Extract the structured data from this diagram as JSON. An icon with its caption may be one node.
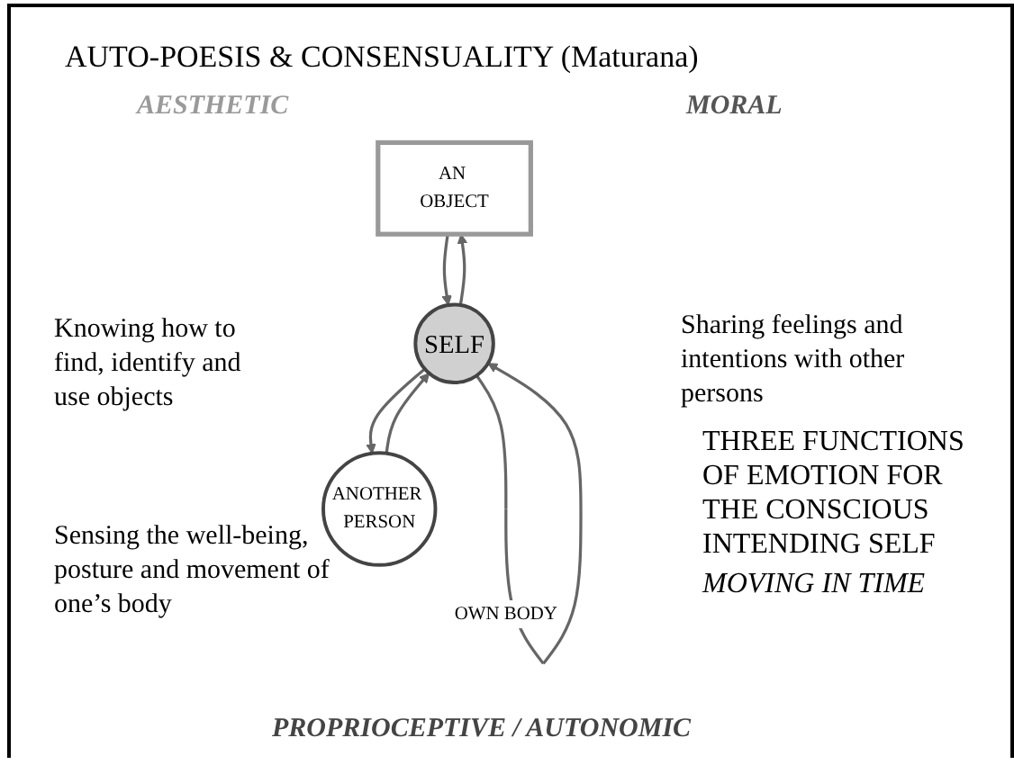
{
  "diagram": {
    "title": "AUTO-POESIS & CONSENSUALITY (Maturana)",
    "nodes": [
      {
        "text": [
          "AN OBJECT"
        ]
      },
      {
        "text": [
          "ANOTHER PERSON"
        ]
      },
      {
        "text": [
          "SELF"
        ]
      }
    ],
    "edges": [
      {
        "from": 0,
        "to": 2,
        "arrow": "to"
      },
      {
        "from": 1,
        "to": 2,
        "arrow": "to"
      },
      {
        "from": 2,
        "to": 0,
        "arrow": "to"
      },
      {
        "from": 2,
        "to": 1,
        "arrow": "to"
      },
      {
        "from": 2,
        "to": 2,
        "arrow": "to",
        "label": "OWN BODY"
      }
    ],
    "labels": [
      "AESTHETIC",
      "MORAL",
      "Knowing how to find, identify and use objects",
      "Sharing feelings and intentions with other persons",
      "THREE FUNCTIONS OF EMOTION FOR THE CONSCIOUS INTENDING SELF",
      "MOVING IN TIME",
      "Sensing the well-being, posture and movement of one’s body",
      "PROPRIOCEPTIVE / AUTONOMIC"
    ]
  }
}
